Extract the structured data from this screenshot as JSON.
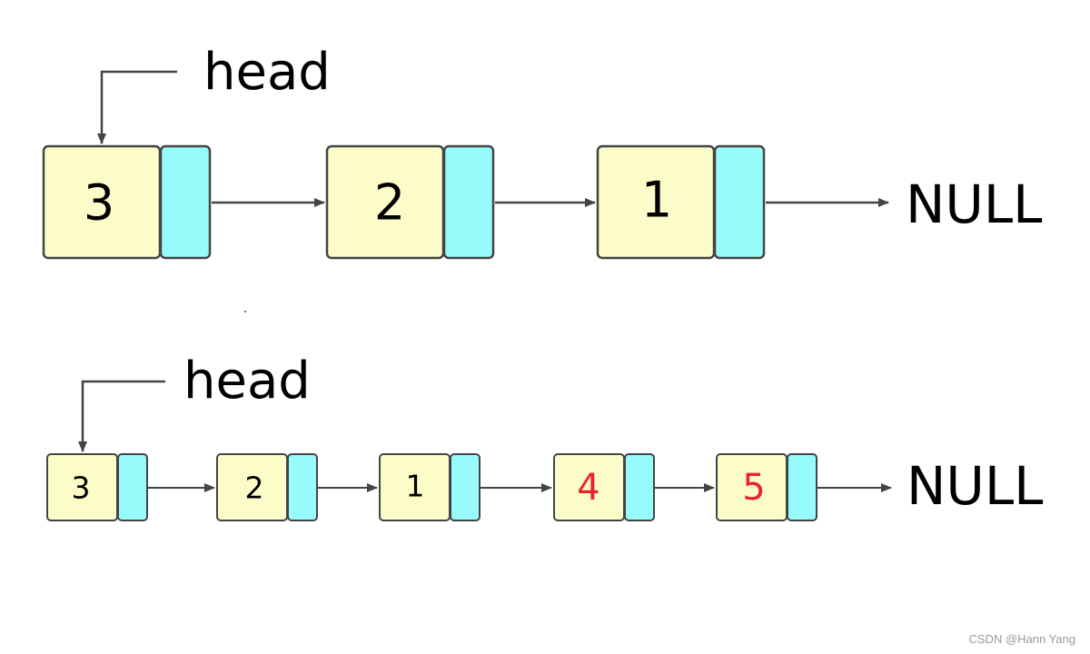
{
  "diagrams": [
    {
      "head_label": "head",
      "null_label": "NULL",
      "nodes": [
        {
          "value": "3",
          "color": "#000000"
        },
        {
          "value": "2",
          "color": "#000000"
        },
        {
          "value": "1",
          "color": "#000000"
        }
      ]
    },
    {
      "head_label": "head",
      "null_label": "NULL",
      "nodes": [
        {
          "value": "3",
          "color": "#000000"
        },
        {
          "value": "2",
          "color": "#000000"
        },
        {
          "value": "1",
          "color": "#000000"
        },
        {
          "value": "4",
          "color": "#e8262a"
        },
        {
          "value": "5",
          "color": "#e8262a"
        }
      ]
    }
  ],
  "colors": {
    "data_fill": "#fcfcc8",
    "pointer_fill": "#97fbfb",
    "border": "#444444",
    "arrow": "#444444",
    "highlight": "#e8262a"
  },
  "watermark": "CSDN @Hann Yang"
}
